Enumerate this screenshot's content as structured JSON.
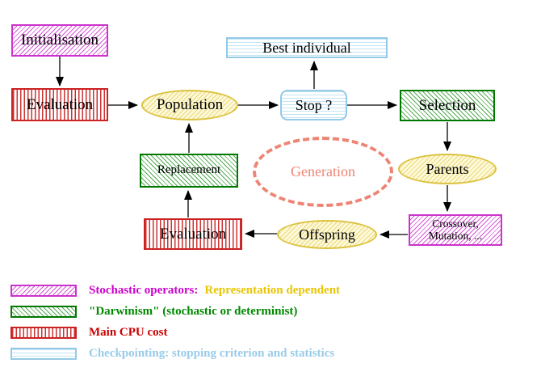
{
  "diagram": {
    "title": "Evolutionary algorithm generation loop",
    "nodes": {
      "initialisation": {
        "label": "Initialisation",
        "style": "magenta-diagonal-hatch"
      },
      "evaluation_top": {
        "label": "Evaluation",
        "style": "red-vertical-hatch"
      },
      "population": {
        "label": "Population",
        "style": "yellow-diagonal-hatch-ellipse"
      },
      "best_individual": {
        "label": "Best individual",
        "style": "cyan-horizontal-hatch"
      },
      "stop": {
        "label": "Stop ?",
        "style": "cyan-horizontal-hatch-rounded"
      },
      "selection": {
        "label": "Selection",
        "style": "green-diagonal-hatch"
      },
      "parents": {
        "label": "Parents",
        "style": "yellow-diagonal-hatch-ellipse"
      },
      "crossover": {
        "line1": "Crossover,",
        "line2": "Mutation, ...",
        "style": "magenta-diagonal-hatch"
      },
      "offspring": {
        "label": "Offspring",
        "style": "yellow-diagonal-hatch-ellipse"
      },
      "evaluation_bottom": {
        "label": "Evaluation",
        "style": "red-vertical-hatch"
      },
      "replacement": {
        "label": "Replacement",
        "style": "green-diagonal-hatch"
      },
      "generation": {
        "label": "Generation",
        "style": "salmon-dashed-ellipse"
      }
    },
    "arrows": [
      "initialisation -> evaluation_top",
      "evaluation_top -> population",
      "population -> stop",
      "stop -> best_individual",
      "stop -> selection",
      "selection -> parents",
      "parents -> crossover",
      "crossover -> offspring",
      "offspring -> evaluation_bottom",
      "evaluation_bottom -> replacement",
      "replacement -> population"
    ]
  },
  "legend": {
    "rows": [
      {
        "swatch": "magenta-diagonal-hatch",
        "label": "Stochastic operators:",
        "label2": "Representation dependent",
        "label_color": "#cc00cc",
        "label2_color": "#e8c500"
      },
      {
        "swatch": "green-diagonal-hatch",
        "label": "\"Darwinism\" (stochastic or determinist)",
        "label_color": "#008800"
      },
      {
        "swatch": "red-vertical-hatch",
        "label": "Main CPU cost",
        "label_color": "#cc0000"
      },
      {
        "swatch": "cyan-horizontal-hatch",
        "label": "Checkpointing: stopping criterion and statistics",
        "label_color": "#99cbe8"
      }
    ]
  },
  "colors": {
    "magenta": "#cc33cc",
    "green": "#007700",
    "red": "#cc2222",
    "cyan_border": "#94c9e8",
    "yellow_border": "#dcc23e",
    "yellow_fill": "#fdf9d9",
    "salmon": "#ed8474",
    "arrow": "#000000",
    "background": "#ffffff"
  }
}
